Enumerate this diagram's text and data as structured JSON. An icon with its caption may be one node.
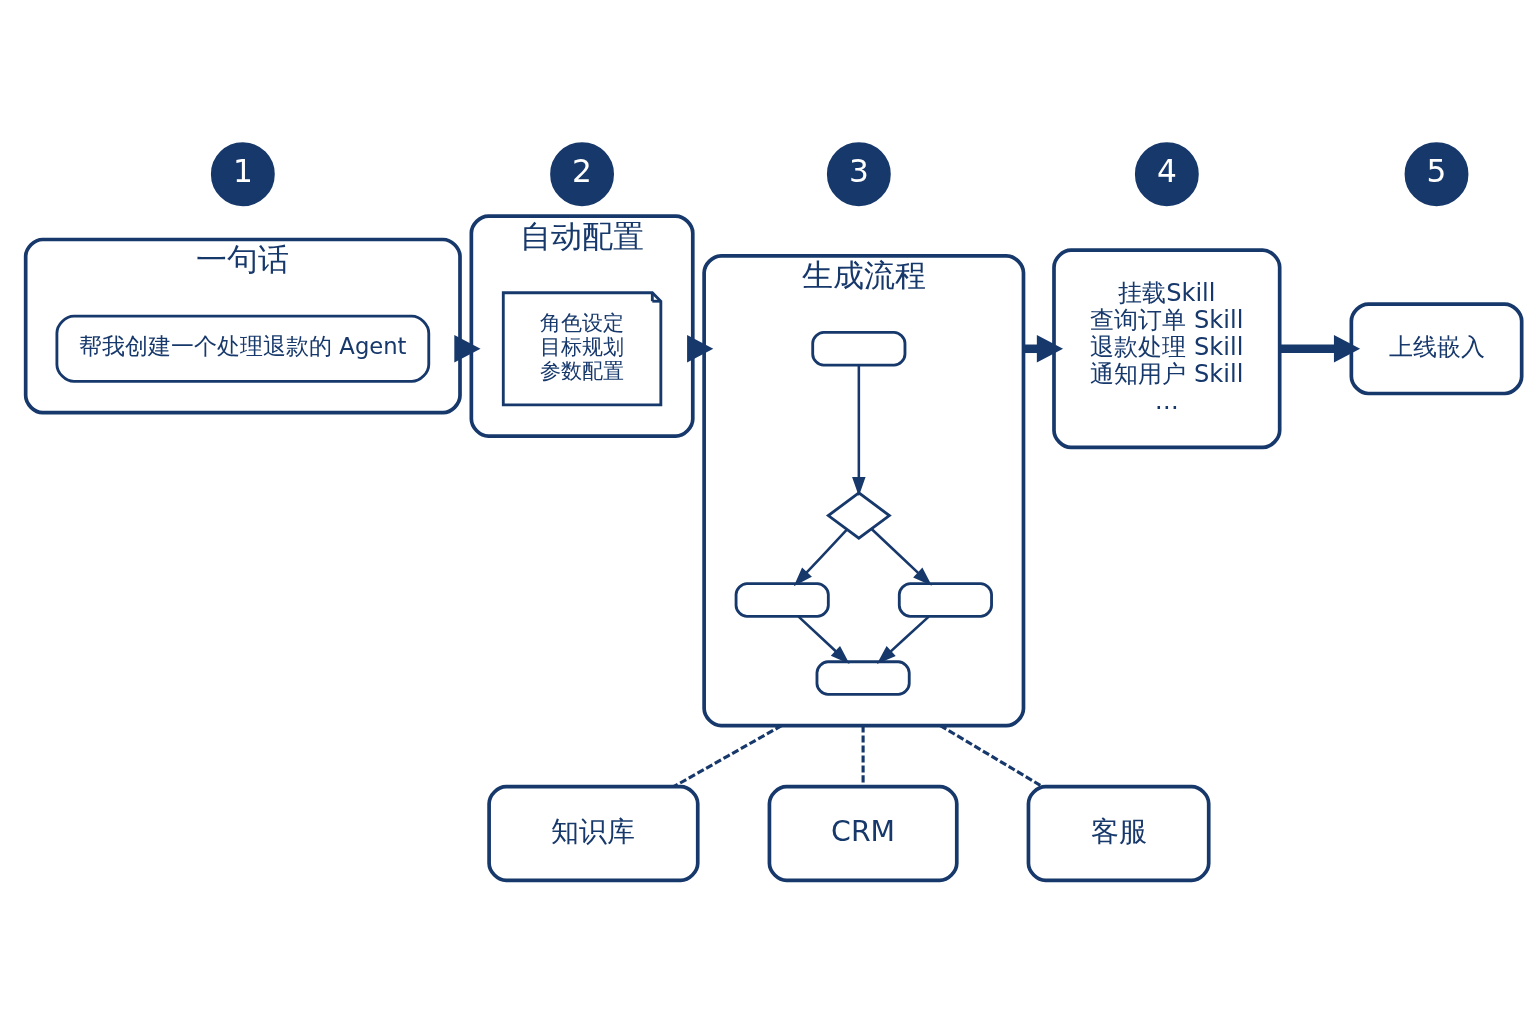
{
  "diagram": {
    "nodes": [
      {
        "text": [
          "1"
        ]
      },
      {
        "text": [
          "一句话"
        ]
      },
      {
        "text": [
          "帮我创建一个处理退款的 Agent"
        ],
        "in": 1
      },
      {
        "text": [
          "2"
        ]
      },
      {
        "text": [
          "自动配置"
        ]
      },
      {
        "text": [
          "角色设定",
          "目标规划",
          "参数配置"
        ],
        "in": 4
      },
      {
        "text": [
          "3"
        ]
      },
      {
        "text": [
          "生成流程"
        ]
      },
      {
        "text": [],
        "shape": "box",
        "in": 7
      },
      {
        "text": [],
        "shape": "diamond",
        "in": 7
      },
      {
        "text": [],
        "shape": "box",
        "in": 7
      },
      {
        "text": [],
        "shape": "box",
        "in": 7
      },
      {
        "text": [],
        "shape": "box",
        "in": 7
      },
      {
        "text": [
          "4"
        ]
      },
      {
        "text": [
          "挂载Skill",
          "查询订单 Skill",
          "退款处理 Skill",
          "通知用户 Skill",
          "…"
        ]
      },
      {
        "text": [
          "5"
        ]
      },
      {
        "text": [
          "上线嵌入"
        ]
      },
      {
        "text": [
          "知识库"
        ]
      },
      {
        "text": [
          "CRM"
        ]
      },
      {
        "text": [
          "客服"
        ]
      }
    ],
    "edges": [
      {
        "from": 1,
        "to": 4,
        "arrow": "to",
        "style": "thick"
      },
      {
        "from": 4,
        "to": 7,
        "arrow": "to",
        "style": "thick"
      },
      {
        "from": 7,
        "to": 14,
        "arrow": "to",
        "style": "thick"
      },
      {
        "from": 14,
        "to": 16,
        "arrow": "to",
        "style": "thick"
      },
      {
        "from": 8,
        "to": 9,
        "arrow": "to"
      },
      {
        "from": 9,
        "to": 10,
        "arrow": "to"
      },
      {
        "from": 9,
        "to": 11,
        "arrow": "to"
      },
      {
        "from": 10,
        "to": 12,
        "arrow": "to"
      },
      {
        "from": 11,
        "to": 12,
        "arrow": "to"
      },
      {
        "from": 7,
        "to": 17,
        "arrow": "none",
        "style": "dashed"
      },
      {
        "from": 7,
        "to": 18,
        "arrow": "none",
        "style": "dashed"
      },
      {
        "from": 7,
        "to": 19,
        "arrow": "none",
        "style": "dashed"
      }
    ]
  }
}
